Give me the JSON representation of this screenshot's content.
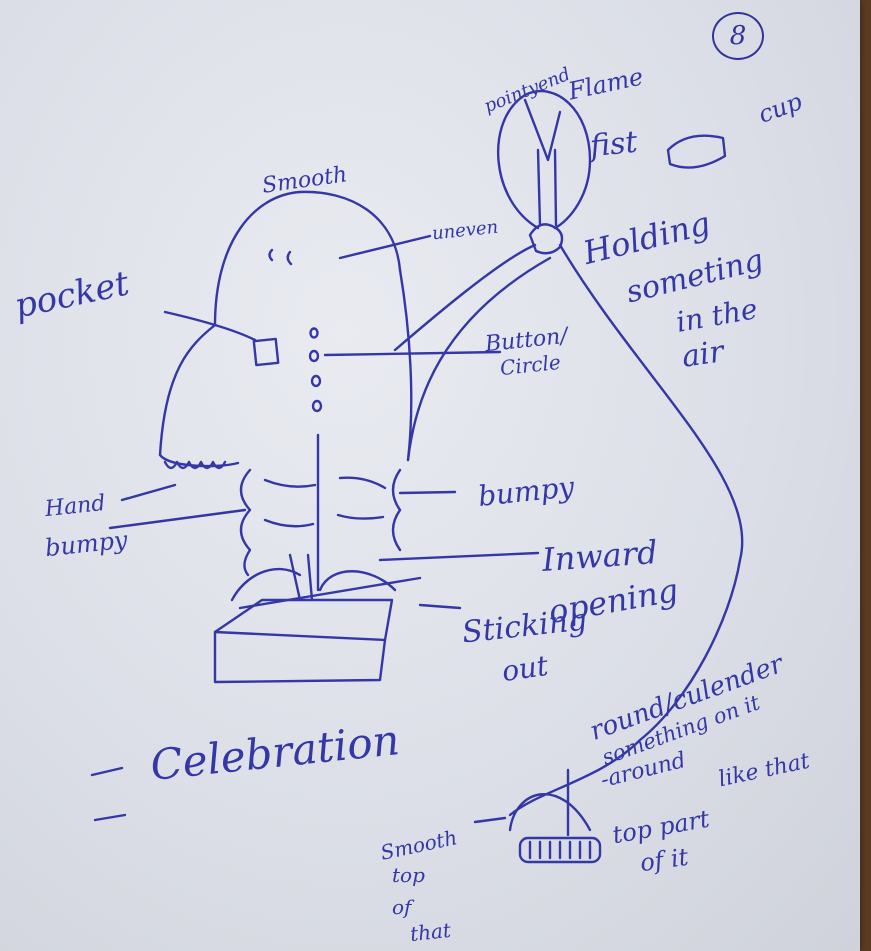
{
  "page_number": "8",
  "labels": {
    "pointy_end": "pointyend",
    "flame": "Flame",
    "fist": "fist",
    "cup": "cup",
    "smooth": "Smooth",
    "uneven": "uneven",
    "holding_1": "Holding",
    "holding_2": "someting",
    "holding_3": "in the",
    "holding_4": "air",
    "pocket": "pocket",
    "button_1": "Button/",
    "button_2": "Circle",
    "hand": "Hand",
    "bumpy_left": "bumpy",
    "bumpy_right": "bumpy",
    "inward": "Inward",
    "opening": "opening",
    "sticking_1": "Sticking",
    "sticking_2": "out",
    "celebration": "Celebration",
    "round_1": "round/culender",
    "round_2": "something on it",
    "round_3": "-around",
    "round_4": "like that",
    "top_part_1": "top part",
    "top_part_2": "of it",
    "smooth_top_1": "Smooth",
    "smooth_top_2": "top",
    "smooth_top_3": "of",
    "smooth_top_4": "that"
  },
  "colors": {
    "ink": "#3437a6",
    "paper": "#dcdfe7",
    "table": "#6b4a2c"
  }
}
